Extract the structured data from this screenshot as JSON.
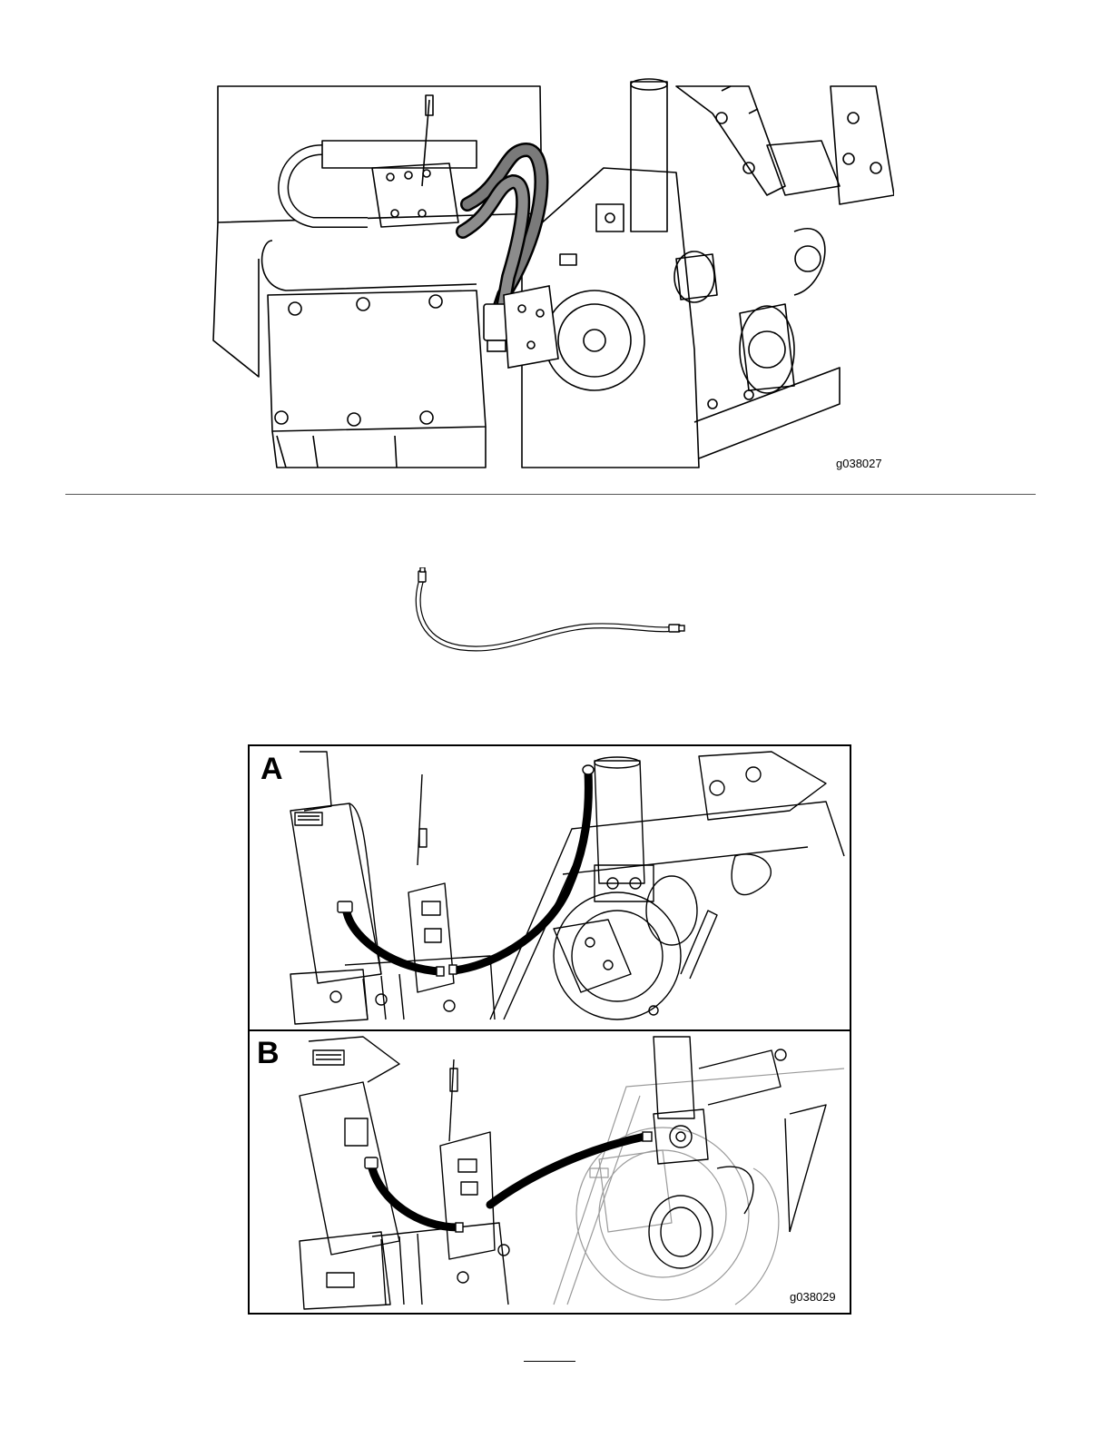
{
  "figures": [
    {
      "id": "hose-routing-overview",
      "label": "g038027"
    },
    {
      "id": "hydraulic-hose-part"
    },
    {
      "id": "hose-routing-detail",
      "label": "g038029",
      "panels": [
        "A",
        "B"
      ]
    }
  ]
}
